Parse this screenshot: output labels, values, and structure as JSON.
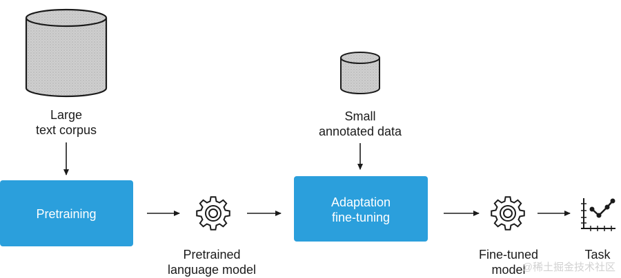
{
  "labels": {
    "large_corpus_line1": "Large",
    "large_corpus_line2": "text corpus",
    "small_data_line1": "Small",
    "small_data_line2": "annotated data",
    "pretraining": "Pretraining",
    "adaptation_line1": "Adaptation",
    "adaptation_line2": "fine-tuning",
    "pretrained_line1": "Pretrained",
    "pretrained_line2": "language model",
    "finetuned_line1": "Fine-tuned",
    "finetuned_line2": "model",
    "task": "Task"
  },
  "watermark": "@稀土掘金技术社区",
  "colors": {
    "box_fill": "#2b9fdc",
    "cylinder_fill": "#c8c8c8",
    "stroke": "#1a1a1a",
    "text": "#1a1a1a"
  },
  "icons": {
    "corpus": "database-cylinder-icon",
    "annotated_data": "database-cylinder-icon",
    "model": "gear-icon",
    "task": "line-chart-icon"
  }
}
